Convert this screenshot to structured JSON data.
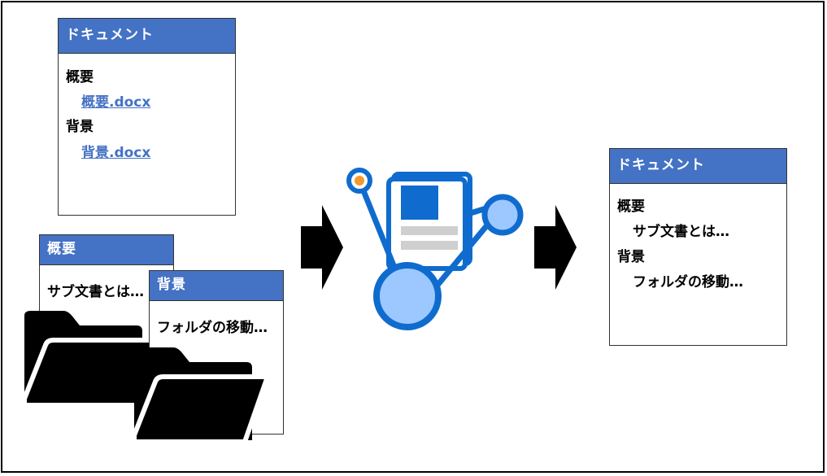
{
  "doc_card_left": {
    "title": "ドキュメント",
    "sections": [
      {
        "heading": "概要",
        "file": "概要.docx"
      },
      {
        "heading": "背景",
        "file": "背景.docx"
      }
    ]
  },
  "sub_card_overview": {
    "title": "概要",
    "text": "サブ文書とは…"
  },
  "sub_card_background": {
    "title": "背景",
    "text": "フォルダの移動…"
  },
  "doc_card_right": {
    "title": "ドキュメント",
    "sections": [
      {
        "heading": "概要",
        "text": "サブ文書とは…"
      },
      {
        "heading": "背景",
        "text": "フォルダの移動…"
      }
    ]
  },
  "colors": {
    "header_blue": "#4472c4",
    "icon_blue": "#0f6cce",
    "icon_light_blue": "#9dc8ff",
    "icon_orange": "#f39a2c",
    "icon_gray": "#cfcfcf"
  },
  "icons": [
    "folder-icon",
    "folder-icon",
    "document-graph-icon",
    "right-arrow-icon",
    "right-arrow-icon"
  ]
}
